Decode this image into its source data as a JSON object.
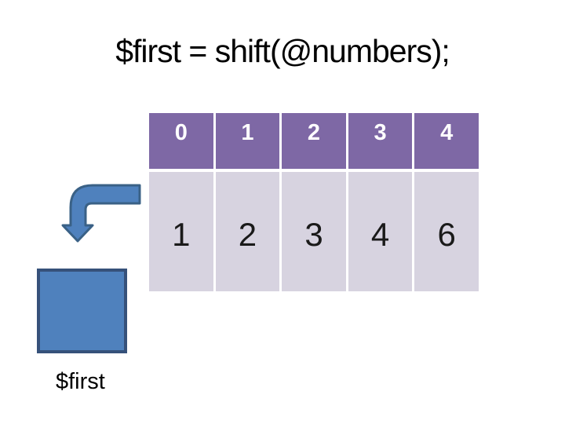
{
  "slide": {
    "title": "$first = shift(@numbers);",
    "table": {
      "header_cells": [
        "0",
        "1",
        "2",
        "3",
        "4"
      ],
      "body_cells": [
        "1",
        "2",
        "3",
        "4",
        "6"
      ]
    },
    "label": "$first",
    "colors": {
      "header_bg": "#7E68A5",
      "body_bg": "#D7D3E0",
      "shape_fill": "#4F81BD",
      "arrow_stroke": "#3A6186",
      "square_border": "#36517A"
    }
  }
}
